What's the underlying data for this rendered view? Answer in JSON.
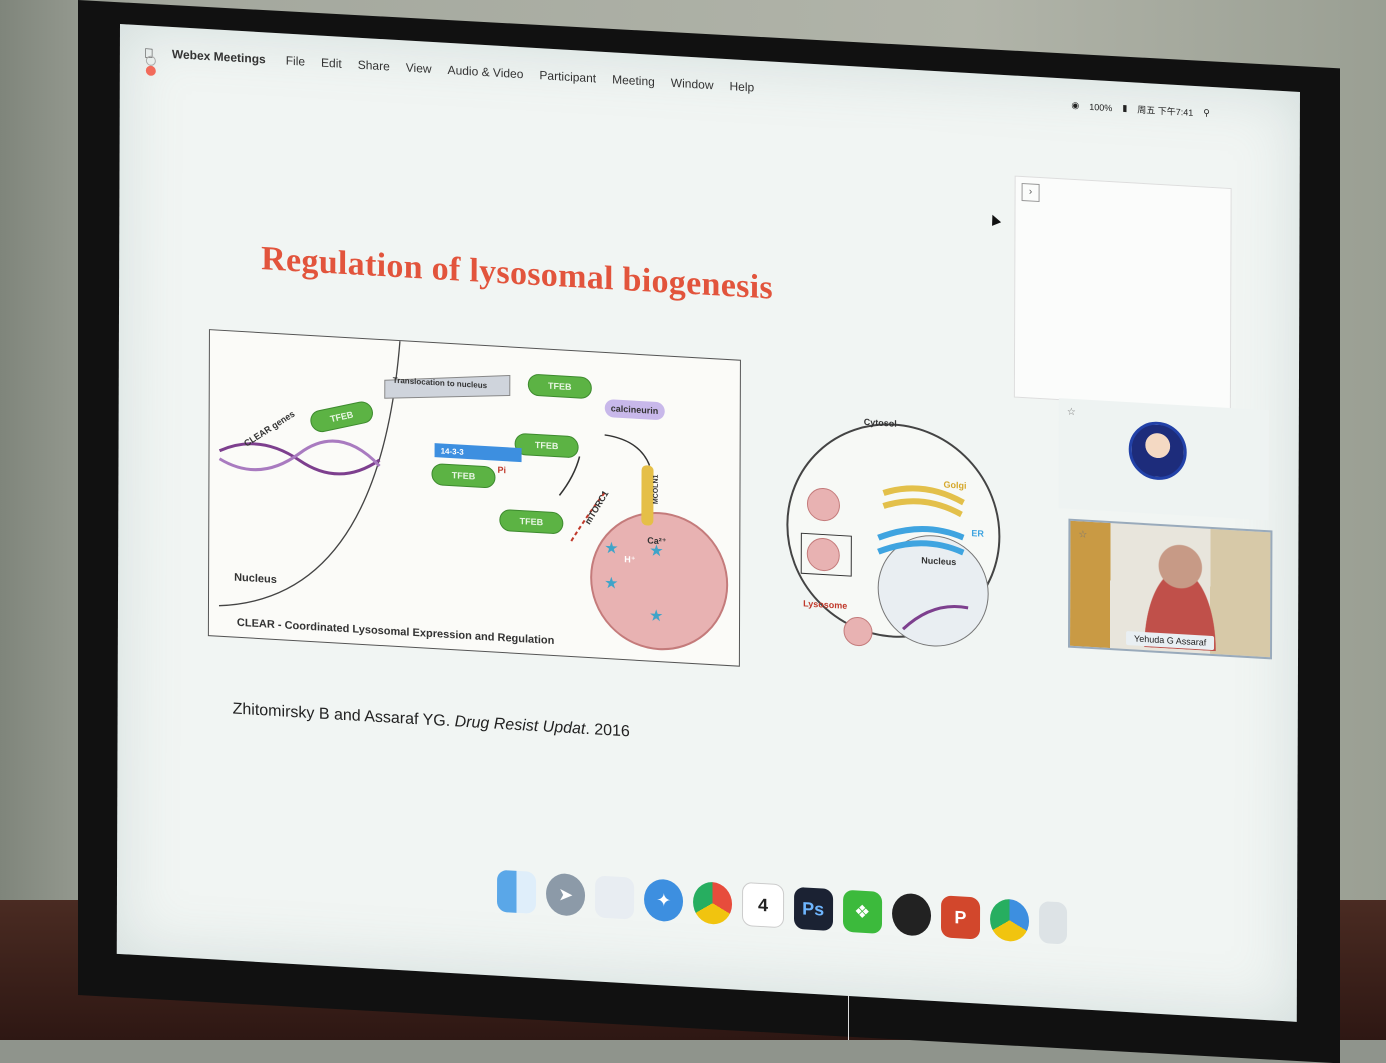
{
  "menubar": {
    "app_name": "Webex Meetings",
    "items": [
      "File",
      "Edit",
      "Share",
      "View",
      "Audio & Video",
      "Participant",
      "Meeting",
      "Window",
      "Help"
    ],
    "status_text": "100%",
    "clock": "周五 下午7:41"
  },
  "slide": {
    "title": "Regulation of lysosomal biogenesis",
    "figure_left": {
      "nucleus_label": "Nucleus",
      "clear_genes_label": "CLEAR genes",
      "tfeb_label": "TFEB",
      "translocation_label": "Translocation to nucleus",
      "calcineurin_label": "calcineurin",
      "protein_1433_label": "14-3-3",
      "mtorc1_label": "mTORC1",
      "mcoln1_label": "MCOLN1",
      "phospho_label": "Pi",
      "calcium_label": "Ca²⁺",
      "proton_label": "H⁺",
      "caption": "CLEAR - Coordinated Lysosomal Expression and Regulation"
    },
    "figure_right": {
      "cytosol_label": "Cytosol",
      "golgi_label": "Golgi",
      "er_label": "ER",
      "nucleus_label": "Nucleus",
      "lysosome_label": "Lysosome"
    },
    "citation_authors": "Zhitomirsky B and Assaraf YG.",
    "citation_journal": "Drug Resist Updat",
    "citation_year": ". 2016"
  },
  "participants": {
    "remote_name": "Yehuda G Assaraf"
  },
  "dock": {
    "icons": [
      "finder-icon",
      "launchpad-icon",
      "preview-icon",
      "safari-icon",
      "chrome-icon",
      "calendar-icon",
      "photoshop-icon",
      "wechat-icon",
      "qq-icon",
      "powerpoint-icon",
      "quicktime-icon",
      "trash-icon"
    ],
    "calendar_day": "4",
    "photoshop_label": "Ps"
  },
  "colors": {
    "title": "#e2543c",
    "tfeb_green": "#5cb344",
    "lysosome_red": "#e8b2b2"
  }
}
